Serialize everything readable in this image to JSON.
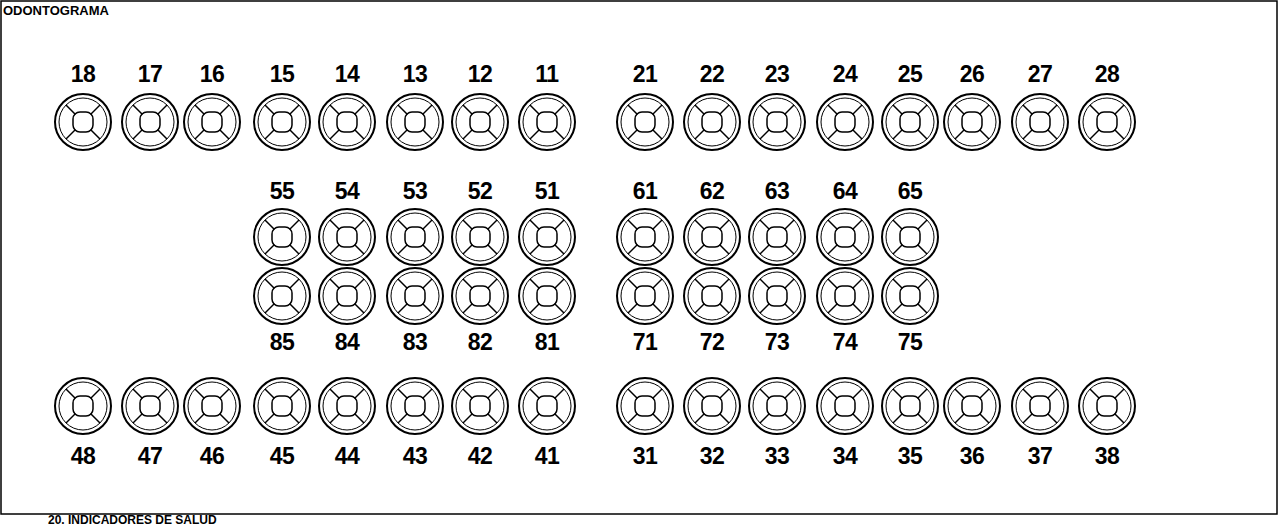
{
  "diagram": {
    "title": "ODONTOGRAMA",
    "labels": [
      "18",
      "17",
      "16",
      "15",
      "14",
      "13",
      "12",
      "11",
      "21",
      "22",
      "23",
      "24",
      "25",
      "26",
      "27",
      "28",
      "55",
      "54",
      "53",
      "52",
      "51",
      "61",
      "62",
      "63",
      "64",
      "65",
      "85",
      "84",
      "83",
      "82",
      "81",
      "71",
      "72",
      "73",
      "74",
      "75",
      "48",
      "47",
      "46",
      "45",
      "44",
      "43",
      "42",
      "41",
      "31",
      "32",
      "33",
      "34",
      "35",
      "36",
      "37",
      "38",
      "20. INDICADORES DE SALUD"
    ]
  }
}
